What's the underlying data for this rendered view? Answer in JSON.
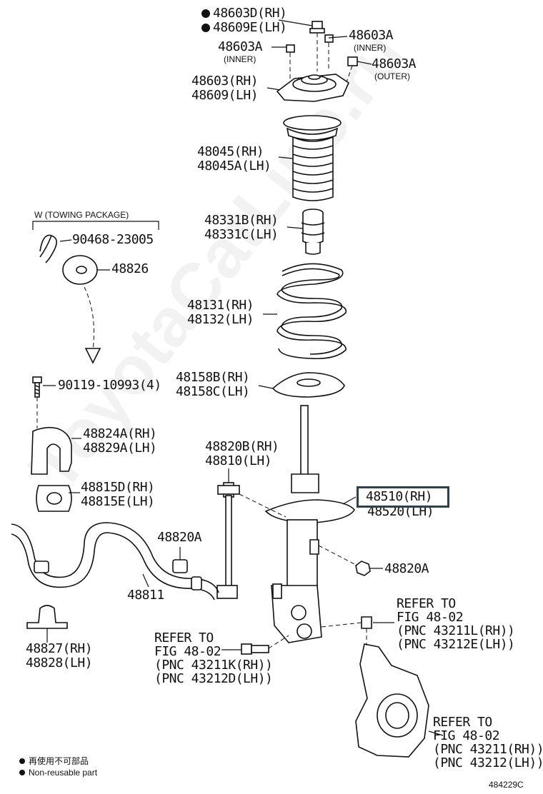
{
  "watermark": "ToyotaCatLine.ru",
  "towing_package": "W (TOWING PACKAGE)",
  "labels": {
    "nut_upper_rh": "48603D(RH)",
    "nut_upper_lh": "48609E(LH)",
    "nut_inner_a": "48603A",
    "inner_note_a": "(INNER)",
    "nut_inner_b": "48603A",
    "inner_note_b": "(INNER)",
    "nut_outer": "48603A",
    "outer_note": "(OUTER)",
    "support_rh": "48603(RH)",
    "support_lh": "48609(LH)",
    "boot_rh": "48045(RH)",
    "boot_lh": "48045A(LH)",
    "bumper_rh": "48331B(RH)",
    "bumper_lh": "48331C(LH)",
    "spring_rh": "48131(RH)",
    "spring_lh": "48132(LH)",
    "seat_rh": "48158B(RH)",
    "seat_lh": "48158C(LH)",
    "clip": "90468-23005",
    "washer": "48826",
    "bolt": "90119-10993(4)",
    "bracket_rh": "48824A(RH)",
    "bracket_lh": "48829A(LH)",
    "bushing_rh": "48815D(RH)",
    "bushing_lh": "48815E(LH)",
    "link_rh": "48820B(RH)",
    "link_lh": "48810(LH)",
    "strut_rh": "48510(RH)",
    "strut_lh": "48520(LH)",
    "link_nut_left": "48820A",
    "link_nut_right": "48820A",
    "stab_bar": "48811",
    "clamp_rh": "48827(RH)",
    "clamp_lh": "48828(LH)",
    "ref1_title": "REFER TO",
    "ref1_fig": "FIG 48-02",
    "ref1_l1": "(PNC 43211L(RH))",
    "ref1_l2": "(PNC 43212E(LH))",
    "ref2_title": "REFER TO",
    "ref2_fig": "FIG 48-02",
    "ref2_l1": "(PNC 43211K(RH))",
    "ref2_l2": "(PNC 43212D(LH))",
    "ref3_title": "REFER TO",
    "ref3_fig": "FIG 48-02",
    "ref3_l1": "(PNC 43211(RH))",
    "ref3_l2": "(PNC 43212(LH))",
    "legend_cn": "再使用不可部品",
    "legend_en": "Non-reusable part",
    "figure_code": "484229C"
  },
  "non_reusable_marker": "●"
}
